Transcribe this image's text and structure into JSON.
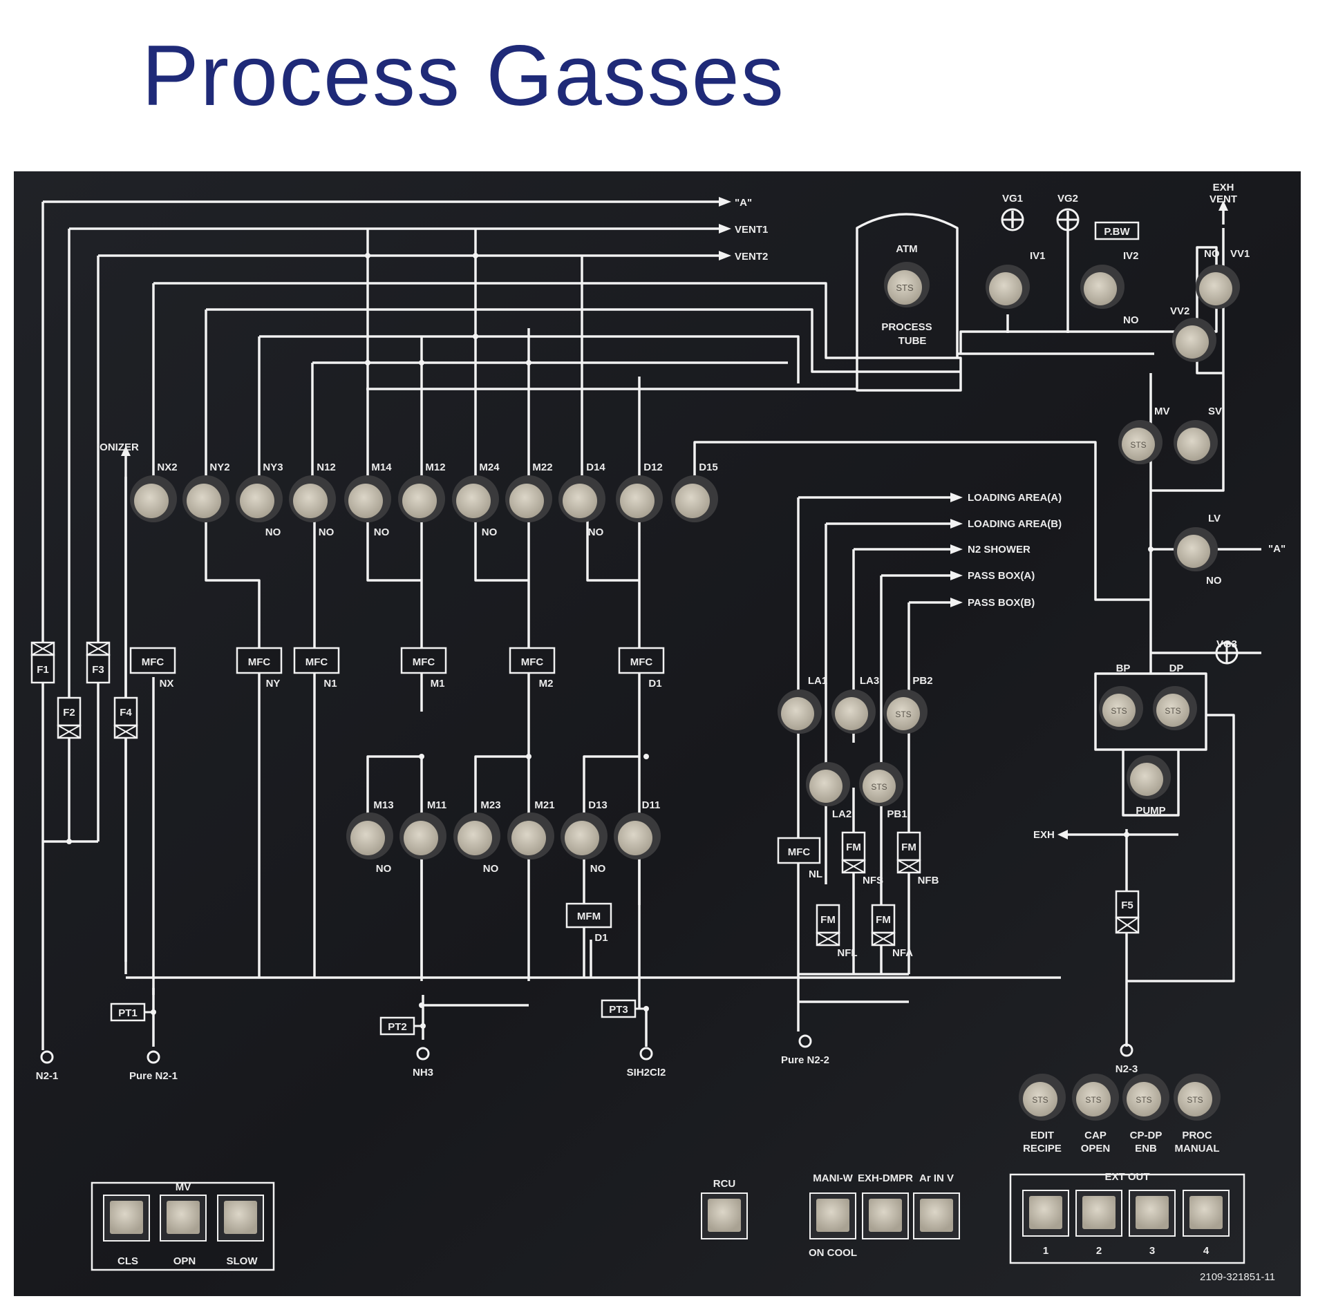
{
  "title": "Process Gasses",
  "colors": {
    "panel": "#18191d",
    "line": "#f2f2f2",
    "button": "#c9c2b2",
    "title": "#1f2a78"
  },
  "top_lines": {
    "a": "\"A\"",
    "vent1": "VENT1",
    "vent2": "VENT2"
  },
  "ionizer": "IONIZER",
  "process_tube": {
    "line1": "PROCESS",
    "line2": "TUBE"
  },
  "atm": {
    "label": "ATM",
    "face": "STS"
  },
  "gauges": {
    "vg1": "VG1",
    "vg2": "VG2",
    "vg3": "VG3"
  },
  "pbw": "P.BW",
  "exh_vent": {
    "line1": "EXH",
    "line2": "VENT"
  },
  "upper_valves": [
    {
      "label": "NX2",
      "sub": ""
    },
    {
      "label": "NY2",
      "sub": ""
    },
    {
      "label": "NY3",
      "sub": "NO"
    },
    {
      "label": "N12",
      "sub": "NO"
    },
    {
      "label": "M14",
      "sub": "NO"
    },
    {
      "label": "M12",
      "sub": ""
    },
    {
      "label": "M24",
      "sub": "NO"
    },
    {
      "label": "M22",
      "sub": ""
    },
    {
      "label": "D14",
      "sub": "NO"
    },
    {
      "label": "D12",
      "sub": ""
    },
    {
      "label": "D15",
      "sub": ""
    }
  ],
  "lower_valves": [
    {
      "label": "M13",
      "sub": "NO"
    },
    {
      "label": "M11",
      "sub": ""
    },
    {
      "label": "M23",
      "sub": "NO"
    },
    {
      "label": "M21",
      "sub": ""
    },
    {
      "label": "D13",
      "sub": "NO"
    },
    {
      "label": "D11",
      "sub": ""
    }
  ],
  "mfcs": [
    {
      "label": "MFC",
      "sub": "NX"
    },
    {
      "label": "MFC",
      "sub": "NY"
    },
    {
      "label": "MFC",
      "sub": "N1"
    },
    {
      "label": "MFC",
      "sub": "M1"
    },
    {
      "label": "MFC",
      "sub": "M2"
    },
    {
      "label": "MFC",
      "sub": "D1"
    }
  ],
  "mfm": {
    "label": "MFM",
    "sub": "D1"
  },
  "filters": [
    "F1",
    "F2",
    "F3",
    "F4"
  ],
  "pressure_transducers": [
    "PT1",
    "PT2",
    "PT3"
  ],
  "sources": {
    "n2_1": "N2-1",
    "pure_n2_1": "Pure N2-1",
    "nh3": "NH3",
    "sih2cl2": "SIH2Cl2",
    "pure_n2_2": "Pure N2-2",
    "n2_3": "N2-3"
  },
  "right_valves": {
    "iv1": "IV1",
    "iv2": "IV2",
    "iv2_no": "NO",
    "vv1": "VV1",
    "vv1_no": "NO",
    "vv2": "VV2",
    "mv": "MV",
    "sv": "SV",
    "lv": "LV",
    "lv_no": "NO",
    "lv_to": "\"A\"",
    "bp": "BP",
    "dp": "DP",
    "pump": "PUMP",
    "exh": "EXH",
    "f5": "F5"
  },
  "loading_lines": [
    "LOADING AREA(A)",
    "LOADING AREA(B)",
    "N2 SHOWER",
    "PASS BOX(A)",
    "PASS BOX(B)"
  ],
  "loading_valves": {
    "la1": "LA1",
    "la3": "LA3",
    "pb2": "PB2",
    "la2": "LA2",
    "pb1": "PB1"
  },
  "mfc_nl": {
    "label": "MFC",
    "sub": "NL"
  },
  "flowmeters": [
    {
      "label": "FM",
      "sub": "NFS"
    },
    {
      "label": "FM",
      "sub": "NFB"
    },
    {
      "label": "FM",
      "sub": "NFL"
    },
    {
      "label": "FM",
      "sub": "NFA"
    }
  ],
  "sts_face": "STS",
  "function_buttons": [
    {
      "line1": "EDIT",
      "line2": "RECIPE"
    },
    {
      "line1": "CAP",
      "line2": "OPEN"
    },
    {
      "line1": "CP-DP",
      "line2": "ENB"
    },
    {
      "line1": "PROC",
      "line2": "MANUAL"
    }
  ],
  "mv_group": {
    "label": "MV",
    "buttons": [
      "CLS",
      "OPN",
      "SLOW"
    ]
  },
  "rcu": "RCU",
  "mid_group": {
    "labels": [
      "MANI-W",
      "EXH-DMPR",
      "Ar IN V"
    ],
    "bottom": "ON COOL"
  },
  "ext_out": {
    "label": "EXT OUT",
    "buttons": [
      "1",
      "2",
      "3",
      "4"
    ]
  },
  "part_number": "2109-321851-11"
}
